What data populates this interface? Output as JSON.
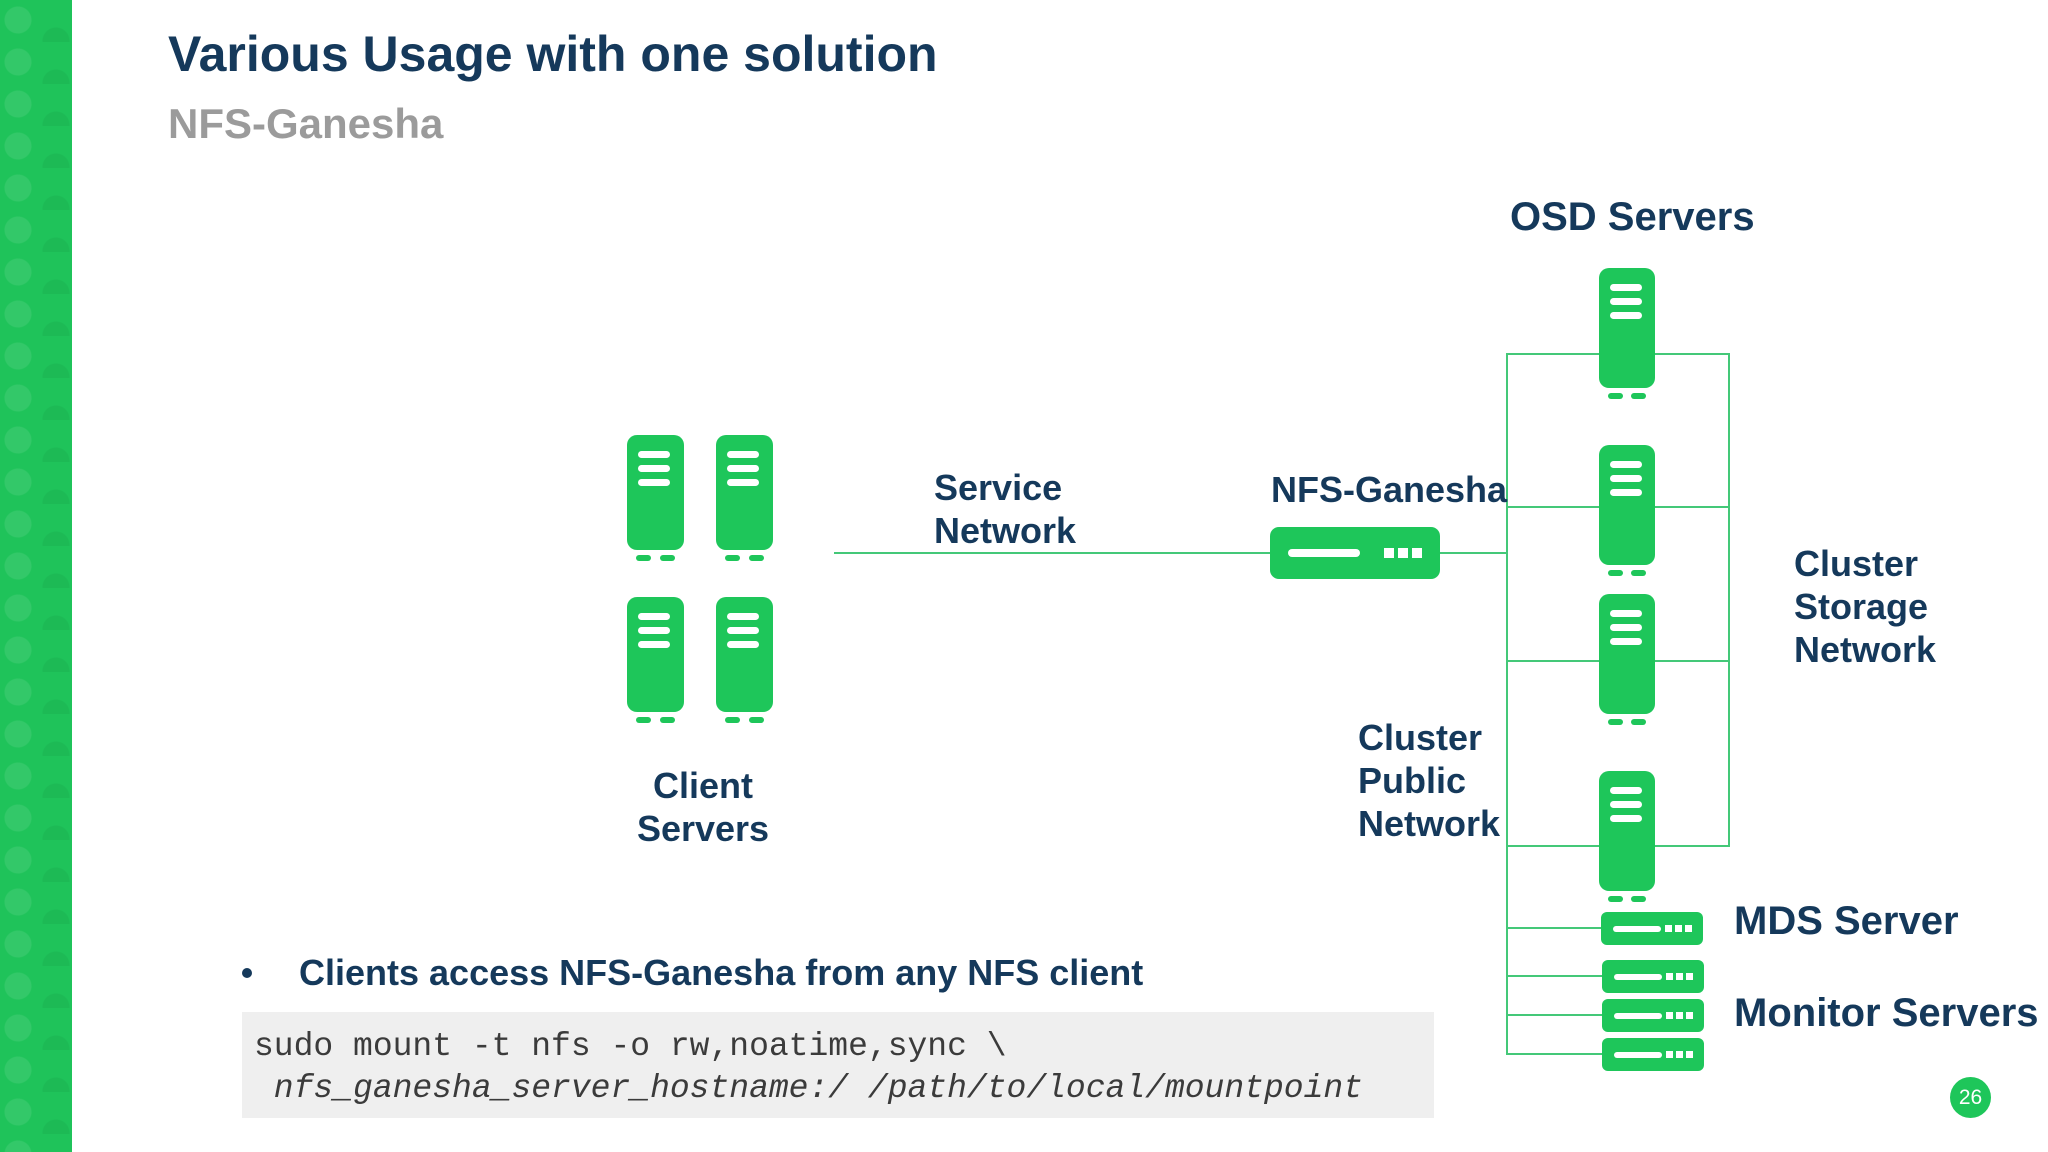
{
  "slide": {
    "title": "Various Usage with one solution",
    "subtitle": "NFS-Ganesha",
    "page_number": "26"
  },
  "diagram": {
    "labels": {
      "client_servers": "Client\nServers",
      "service_network": "Service\nNetwork",
      "nfs_ganesha": "NFS-Ganesha",
      "osd_servers": "OSD Servers",
      "cluster_storage_network": "Cluster\nStorage\nNetwork",
      "cluster_public_network": "Cluster\nPublic\nNetwork",
      "mds_server": "MDS Server",
      "monitor_servers": "Monitor Servers"
    },
    "icons": {
      "tower_server": "tower-server-icon",
      "rack_server": "rack-server-icon"
    }
  },
  "bullet": {
    "text": "Clients access NFS-Ganesha from any NFS client"
  },
  "code": {
    "line1": "sudo mount -t nfs -o rw,noatime,sync \\",
    "line2": " nfs_ganesha_server_hostname:/ /path/to/local/mountpoint"
  },
  "colors": {
    "green": "#1ec65a",
    "line_green": "#44c878",
    "navy": "#15395b",
    "subtitle_gray": "#9b9b9b",
    "code_background": "#efefef",
    "code_text": "#3b3b3b"
  }
}
